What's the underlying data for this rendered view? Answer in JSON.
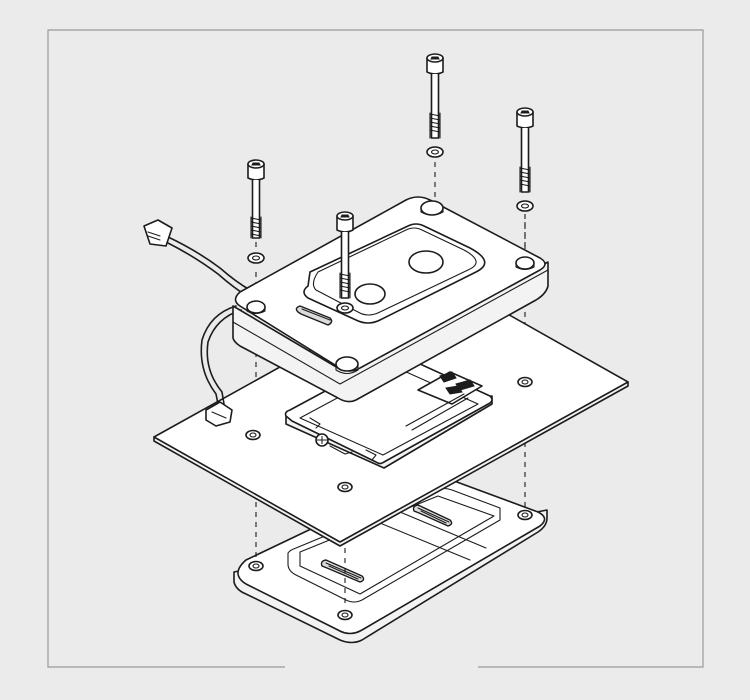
{
  "figure": {
    "kind": "exploded-assembly-line-drawing",
    "colors": {
      "background": "#ebebeb",
      "frame": "#9a9a9a",
      "line": "#1c1c1c",
      "fill": "#ffffff"
    },
    "parts": [
      "heat-sink-block",
      "cable-with-connectors",
      "pcb-plate",
      "cpu-module",
      "base-plate",
      "cap-screw",
      "washer"
    ],
    "screw_count": 4,
    "washer_count": 4
  }
}
